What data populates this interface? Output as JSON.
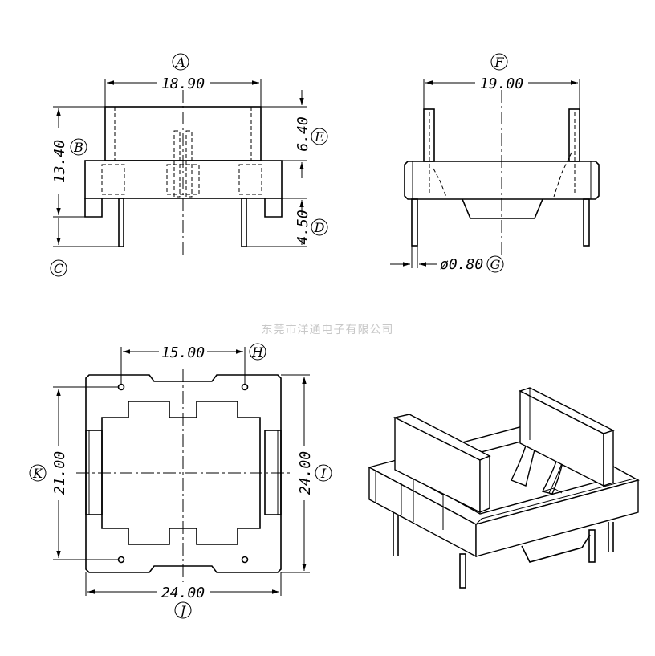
{
  "watermark": "东莞市洋通电子有限公司",
  "dimensions": {
    "A": "18.90",
    "F": "19.00",
    "B": "13.40",
    "E": "6.40",
    "D": "4.50",
    "G": "ø0.80",
    "H": "15.00",
    "K": "21.00",
    "I": "24.00",
    "J": "24.00"
  },
  "labels": {
    "A": "A",
    "B": "B",
    "C": "C",
    "D": "D",
    "E": "E",
    "F": "F",
    "G": "G",
    "H": "H",
    "I": "I",
    "J": "J",
    "K": "K"
  }
}
